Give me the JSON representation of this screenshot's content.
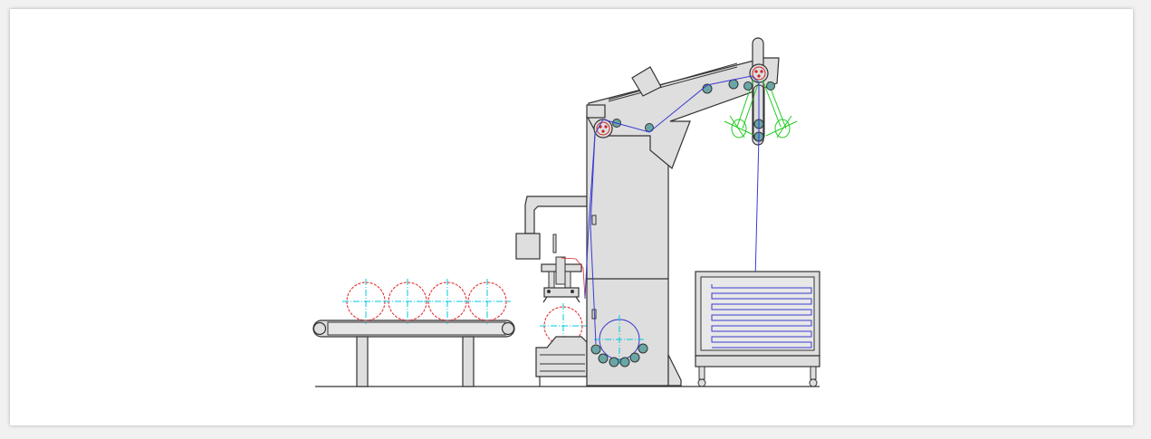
{
  "diagram": {
    "colors": {
      "background": "#f1f1f1",
      "panel": "#ffffff",
      "machine_fill": "#dedede",
      "outline": "#333333",
      "fabric_path": "#3a3ad0",
      "roll_outline": "#e02020",
      "center_lines": "#00c8e0",
      "swing_arm": "#22cc22",
      "roller_fill": "#6aa6a6",
      "drive_roller": "#cc2222"
    },
    "components": [
      "input-conveyor-table",
      "fabric-rolls",
      "unwinding-unit",
      "main-frame",
      "inclined-boom",
      "folding-head",
      "output-trolley"
    ]
  }
}
